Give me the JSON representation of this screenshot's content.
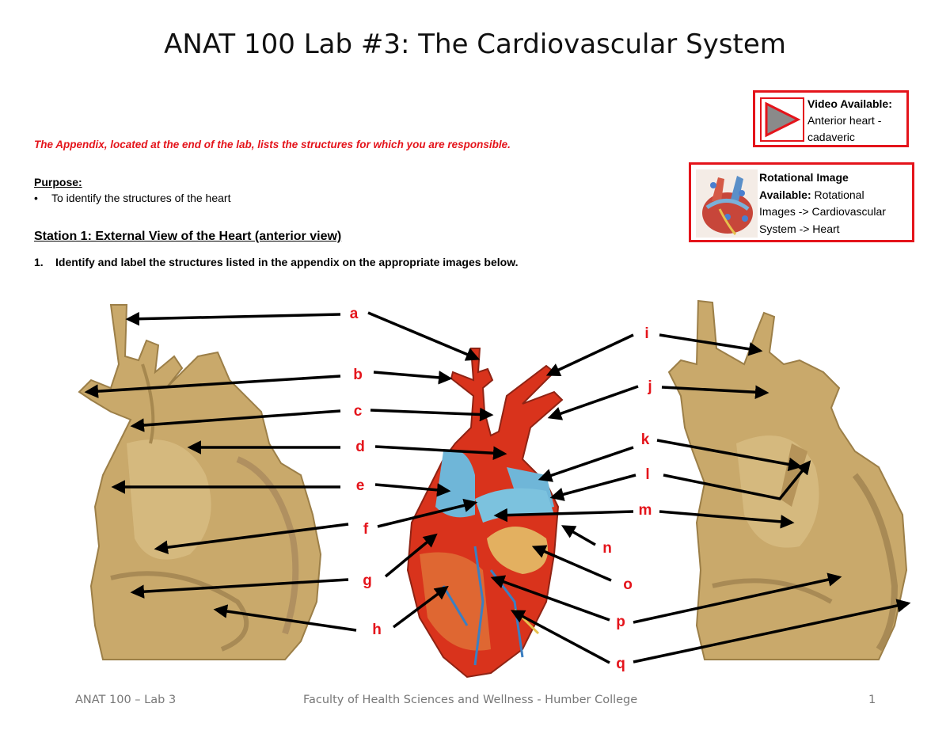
{
  "title": "ANAT 100 Lab #3: The Cardiovascular System",
  "appendix_note": "The Appendix, located at the end of the lab, lists the structures for which you are responsible.",
  "purpose": {
    "heading": "Purpose:",
    "bullet": "•",
    "item": "To identify the structures of the heart"
  },
  "station": {
    "heading": "Station 1: External View of the Heart (anterior view)",
    "number": "1.",
    "instruction": "Identify and label the structures listed in the appendix on the appropriate images below."
  },
  "video_box": {
    "heading": "Video Available:",
    "line1": "Anterior heart -",
    "line2": "cadaveric",
    "icon": "play-icon"
  },
  "rotational_box": {
    "heading1": "Rotational Image",
    "heading2": "Available:",
    "line2_rest": " Rotational",
    "line3": "Images -> Cardiovascular",
    "line4": "System -> Heart",
    "icon": "heart-thumbnail"
  },
  "labels": [
    "a",
    "b",
    "c",
    "d",
    "e",
    "f",
    "g",
    "h",
    "i",
    "j",
    "k",
    "l",
    "m",
    "n",
    "o",
    "p",
    "q"
  ],
  "colors": {
    "accent_red": "#e4141b",
    "cadaver_tan": "#c9a96b",
    "model_red": "#d9331c",
    "model_blue": "#6fb6d8"
  },
  "footer": {
    "left": "ANAT 100 – Lab 3",
    "center": "Faculty of Health Sciences and Wellness - Humber College",
    "page": "1"
  }
}
